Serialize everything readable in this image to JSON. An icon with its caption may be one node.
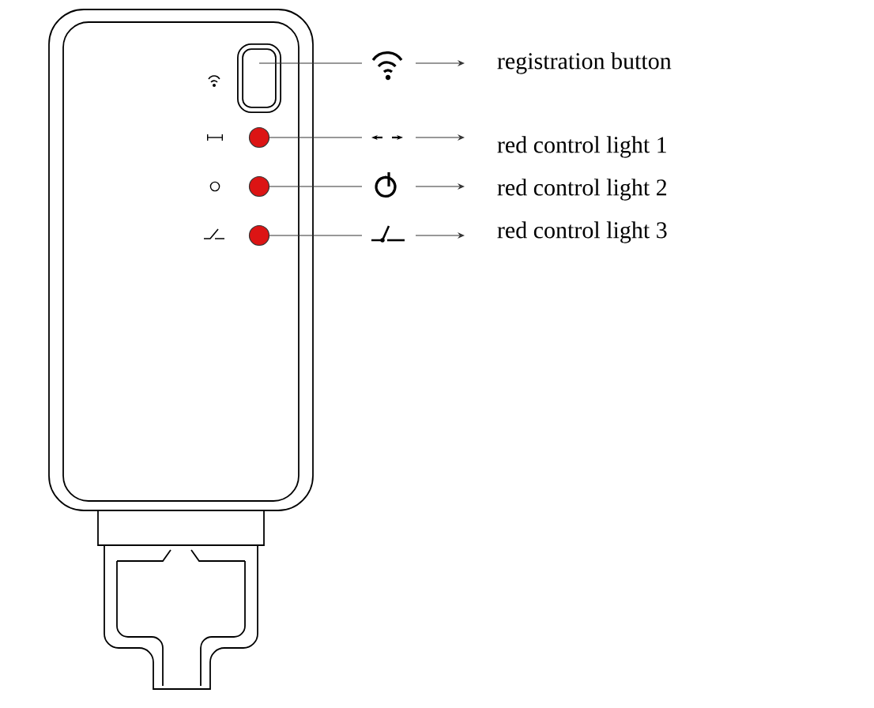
{
  "diagram": {
    "nodes": [
      {
        "text": [],
        "shape": "box"
      },
      {
        "text": [],
        "shape": "circle"
      },
      {
        "text": [],
        "shape": "circle"
      },
      {
        "text": [],
        "shape": "circle"
      },
      {
        "text": [
          "registration button"
        ]
      },
      {
        "text": [
          "red control light 1"
        ]
      },
      {
        "text": [
          "red control light 2"
        ]
      },
      {
        "text": [
          "red control light 3"
        ]
      }
    ],
    "edges": [
      {
        "from": 0,
        "to": 4,
        "arrow": "to"
      },
      {
        "from": 1,
        "to": 5,
        "arrow": "to"
      },
      {
        "from": 2,
        "to": 6,
        "arrow": "to"
      },
      {
        "from": 3,
        "to": 7,
        "arrow": "to"
      }
    ]
  }
}
